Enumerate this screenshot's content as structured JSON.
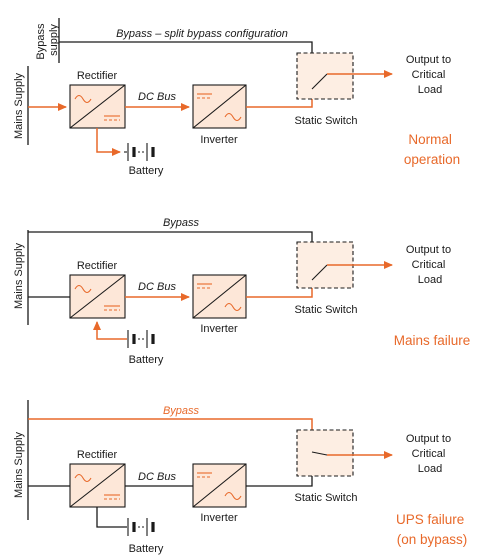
{
  "panels": [
    {
      "title": "Normal operation",
      "title_lines": [
        "Normal",
        "operation"
      ],
      "bypass_source_label_lines": [
        "Bypass",
        "supply"
      ],
      "bypass_label": "Bypass – split bypass configuration",
      "mains_label": "Mains Supply",
      "rectifier_label": "Rectifier",
      "dc_bus_label": "DC Bus",
      "inverter_label": "Inverter",
      "battery_label": "Battery",
      "static_switch_label": "Static Switch",
      "output_label_lines": [
        "Output to",
        "Critical",
        "Load"
      ]
    },
    {
      "title": "Mains failure",
      "title_lines": [
        "Mains failure"
      ],
      "bypass_label": "Bypass",
      "mains_label": "Mains Supply",
      "rectifier_label": "Rectifier",
      "dc_bus_label": "DC Bus",
      "inverter_label": "Inverter",
      "battery_label": "Battery",
      "static_switch_label": "Static Switch",
      "output_label_lines": [
        "Output to",
        "Critical",
        "Load"
      ]
    },
    {
      "title": "UPS failure (on bypass)",
      "title_lines": [
        "UPS failure",
        "(on bypass)"
      ],
      "bypass_label": "Bypass",
      "mains_label": "Mains Supply",
      "rectifier_label": "Rectifier",
      "dc_bus_label": "DC Bus",
      "inverter_label": "Inverter",
      "battery_label": "Battery",
      "static_switch_label": "Static Switch",
      "output_label_lines": [
        "Output to",
        "Critical",
        "Load"
      ]
    }
  ],
  "colors": {
    "active_path": "#e8692a",
    "inactive_path": "#1a1a1a",
    "component_fill": "#fde7d8"
  }
}
